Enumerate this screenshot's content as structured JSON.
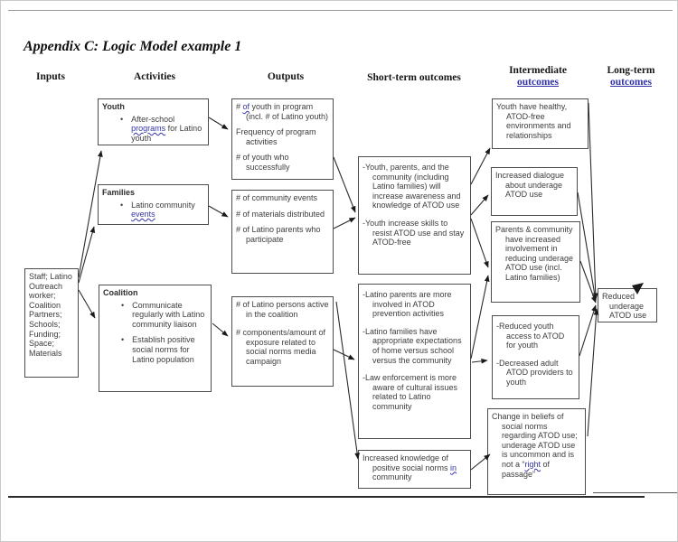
{
  "title": "Appendix C: Logic Model example 1",
  "headers": {
    "inputs": "Inputs",
    "activities": "Activities",
    "outputs": "Outputs",
    "short_term": "Short-term outcomes",
    "intermediate": {
      "line1": "Intermediate",
      "line2": "outcomes"
    },
    "long_term": {
      "line1": "Long-term",
      "line2": "outcomes"
    }
  },
  "colors": {
    "link_blue": "#3434a8",
    "box_border": "#4d4d4d",
    "body_text": "#3d3d3d",
    "arrow": "#2b2b2b"
  },
  "bullet": "•",
  "inputs_box": {
    "text": "Staff; Latino Outreach worker; Coalition Partners; Schools; Funding; Space; Materials"
  },
  "activities": {
    "youth": {
      "title": "Youth",
      "item": {
        "pre": "After-school ",
        "link": "programs",
        "post": " for Latino youth"
      }
    },
    "families": {
      "title": "Families",
      "item": {
        "pre": "Latino community ",
        "link": "events",
        "post": ""
      }
    },
    "coalition": {
      "title": "Coalition",
      "items": [
        "Communicate regularly with Latino community liaison",
        "Establish positive social norms for Latino population"
      ]
    }
  },
  "outputs": {
    "youth": {
      "p1": {
        "pre": "# ",
        "link": "of",
        "post": " youth in program (incl. # of Latino youth)"
      },
      "p2": "Frequency of program activities",
      "p3": "# of youth who successfully"
    },
    "families": {
      "p1": "# of community events",
      "p2": "# of materials distributed",
      "p3": "# of Latino parents who participate"
    },
    "coalition": {
      "p1": "# of Latino persons active in the coalition",
      "p2": "# components/amount of exposure related to social norms media campaign"
    }
  },
  "short_term": {
    "box1": {
      "p1": "-Youth, parents, and the community (including Latino families) will increase awareness and knowledge of ATOD use",
      "p2": "-Youth increase skills to resist ATOD use and stay ATOD-free"
    },
    "box2": {
      "p1": "-Latino parents are more involved in ATOD prevention activities",
      "p2": "-Latino families have appropriate expectations of home versus school versus the community",
      "p3": "-Law enforcement is more aware of cultural issues related to Latino community"
    },
    "box3": {
      "pre": "Increased knowledge of positive social norms ",
      "link": "in",
      "post": " community"
    }
  },
  "intermediate": {
    "box1": "Youth have healthy, ATOD-free environments and relationships",
    "box2": "Increased  dialogue about  underage ATOD use",
    "box3": "Parents & community have increased involvement in reducing underage ATOD use (incl. Latino families)",
    "box4": {
      "p1": "-Reduced youth access to ATOD for youth",
      "p2": "-Decreased adult ATOD providers to youth"
    },
    "box5": {
      "pre": "Change in beliefs of social norms regarding ATOD use; underage ATOD use is uncommon and is not a “",
      "link": "right",
      "post": " of passage”"
    }
  },
  "long_term": {
    "box": "Reduced underage ATOD use"
  }
}
